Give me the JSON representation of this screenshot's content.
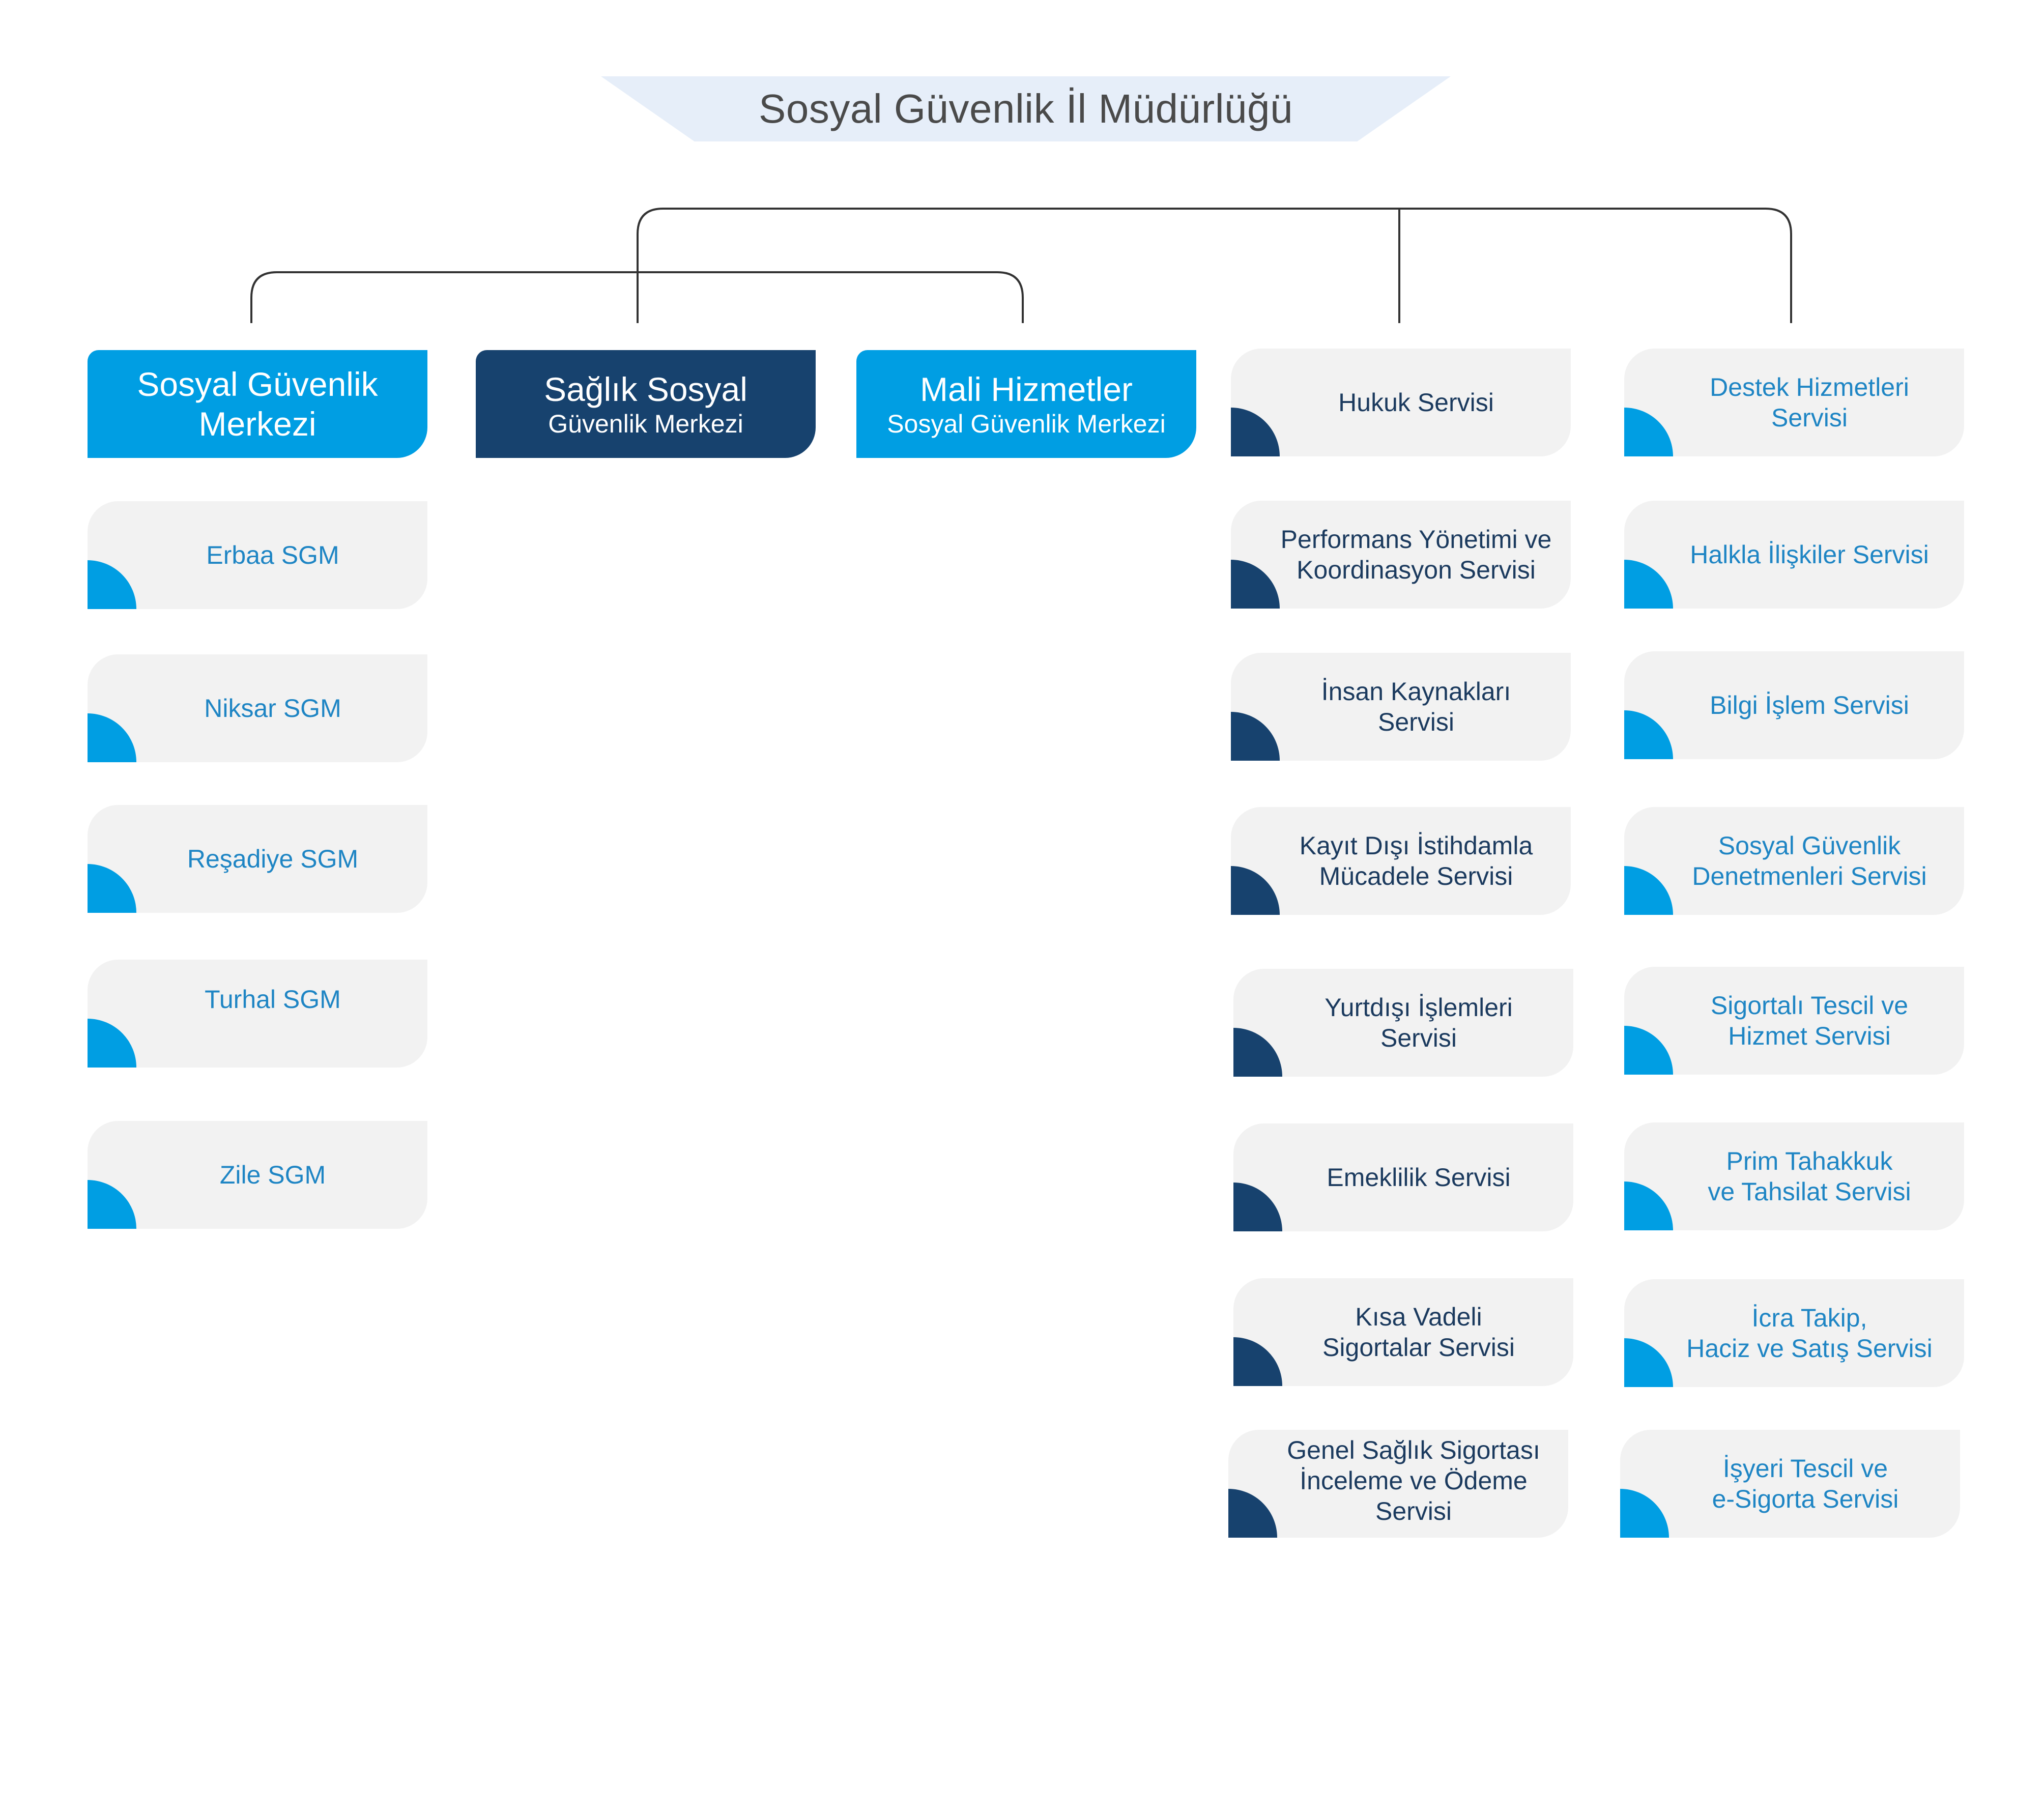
{
  "title": "Sosyal Güvenlik İl Müdürlüğü",
  "colors": {
    "cyan": "#009ee3",
    "navy": "#17426e",
    "card_bg": "#f2f2f2",
    "banner_bg": "#e6eef9",
    "connector": "#333333"
  },
  "headers": [
    {
      "line1": "Sosyal Güvenlik",
      "line2": "Merkezi",
      "color": "cyan"
    },
    {
      "line1": "Sağlık Sosyal",
      "line2": "Güvenlik Merkezi",
      "color": "navy"
    },
    {
      "line1": "Mali Hizmetler",
      "line2": "Sosyal Güvenlik Merkezi",
      "color": "cyan"
    }
  ],
  "sgm_units": [
    "Erbaa SGM",
    "Niksar SGM",
    "Reşadiye SGM",
    "Turhal SGM",
    "Zile SGM"
  ],
  "services_col1": [
    "Hukuk Servisi",
    "Performans Yönetimi ve\nKoordinasyon Servisi",
    "İnsan Kaynakları\nServisi",
    "Kayıt Dışı İstihdamla\nMücadele Servisi",
    "Yurtdışı İşlemleri\nServisi",
    "Emeklilik Servisi",
    "Kısa Vadeli\nSigortalar Servisi",
    "Genel Sağlık Sigortası\nİnceleme ve Ödeme Servisi"
  ],
  "services_col2": [
    "Destek Hizmetleri\nServisi",
    "Halkla İlişkiler Servisi",
    "Bilgi İşlem Servisi",
    "Sosyal Güvenlik\nDenetmenleri Servisi",
    "Sigortalı Tescil ve\nHizmet Servisi",
    "Prim Tahakkuk\nve Tahsilat Servisi",
    "İcra Takip,\nHaciz ve Satış Servisi",
    "İşyeri Tescil ve\ne-Sigorta Servisi"
  ]
}
